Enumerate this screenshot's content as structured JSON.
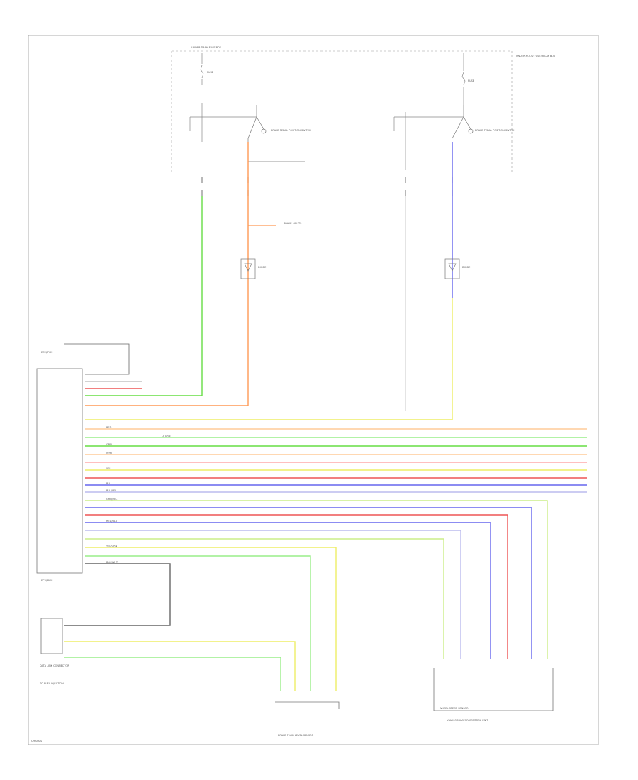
{
  "colors": {
    "frame": "#999999",
    "component": "#777777",
    "wire_gray": "#888888",
    "wire_green": "#66dd44",
    "wire_orange": "#ff9955",
    "wire_blue": "#6666ee",
    "wire_yellow": "#eeee66",
    "wire_red": "#ee5555",
    "wire_pink": "#ffaaaa",
    "wire_lightgreen": "#99ee88",
    "wire_peach": "#ffcc99",
    "wire_lavender": "#bbbbee",
    "wire_black": "#444444"
  },
  "labels": {
    "top_fuse_box": "UNDER-DASH FUSE BOX",
    "top_right_box": "UNDER-HOOD FUSE/RELAY BOX",
    "fuse_left": "FUSE",
    "fuse_right": "FUSE",
    "switch_left": "BRAKE PEDAL POSITION SWITCH",
    "switch_right": "BRAKE PEDAL POSITION SWITCH",
    "resistor_left": "DIODE",
    "resistor_right": "DIODE",
    "orange_tap": "BRAKE LIGHTS",
    "ecm_top": "ECM/PCM",
    "ecm_bottom": "ECM/PCM",
    "left_note_1": "DATA LINK CONNECTOR",
    "left_note_2": "TO FUEL INJECTION",
    "bottom_center": "BRAKE FLUID LEVEL SENSOR",
    "bottom_right_a": "WHEEL SPEED SENSOR",
    "bottom_right_b": "VSA MODULATOR-CONTROL UNIT",
    "corner": "CHASSIS",
    "wire_rows": [
      "LT GRN",
      "RED",
      "GRN",
      "WHT",
      "YEL",
      "BLU",
      "BLU/YEL",
      "GRN/YEL",
      "RED/BLU",
      "YEL/GRN",
      "BLK/WHT"
    ]
  }
}
